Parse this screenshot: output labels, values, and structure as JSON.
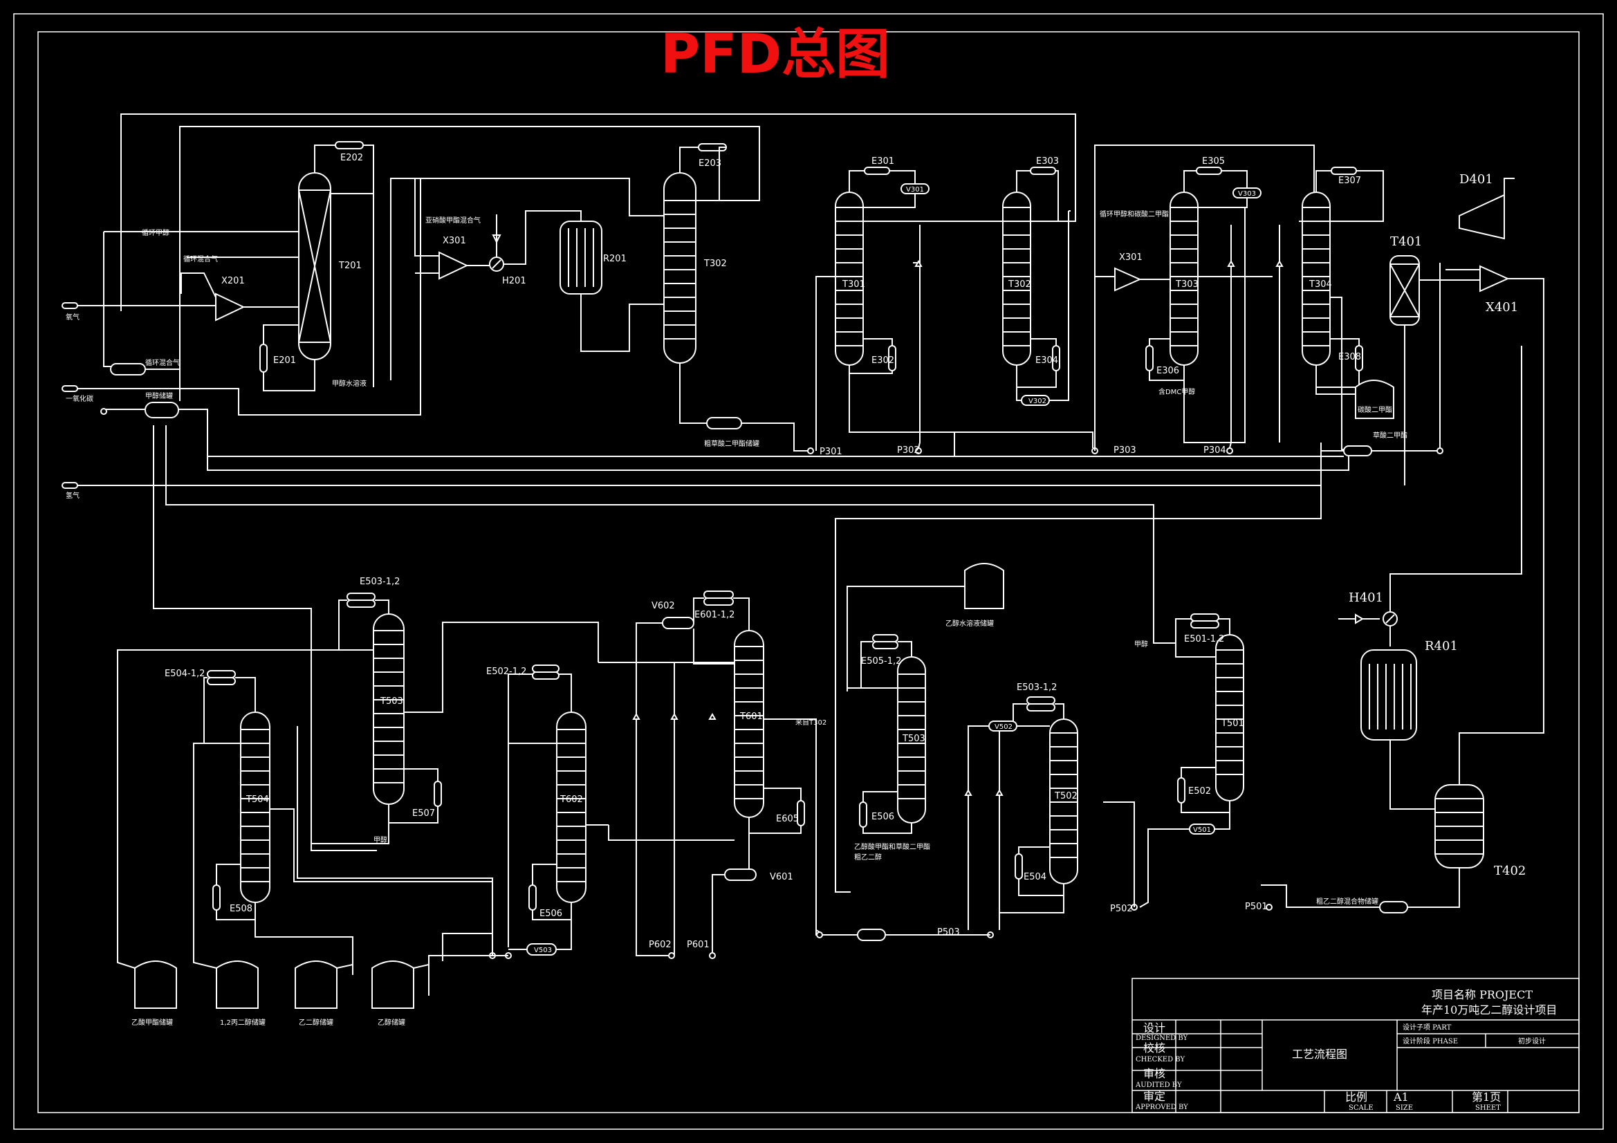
{
  "title": "PFD总图",
  "colors": {
    "background": "#000000",
    "lines": "#ffffff",
    "title": "#f01010"
  },
  "feeds": {
    "oxygen": "氧气",
    "co": "一氧化碳",
    "hydrogen": "氢气"
  },
  "streams": {
    "recycle_methanol": "循环甲醇",
    "recycle_mixgas1": "循环混合气",
    "recycle_mixgas2": "循环混合气",
    "methyl_nitrite_gas": "亚硝酸甲酯混合气",
    "methanol_water": "甲醇水溶液",
    "dmo_tank_a": "粗草酸二甲酯储罐",
    "recycle_methanol2": "循环甲醇和碳酸二甲酯",
    "methanol_dmc": "含DMC甲醇",
    "dmc": "碳酸二甲酯",
    "dmo": "草酸二甲酯",
    "methanol_tank": "甲醇储罐",
    "from_t302": "来自T302",
    "eg": "粗乙二醇",
    "mg_dmo": "乙醇酸甲酯和草酸二甲酯",
    "eg_water_tank": "乙醇水溶液储罐",
    "methanol": "甲醇",
    "crude_eg_tank": "粗乙二醇混合物储罐",
    "methanol2": "甲醇",
    "tank1": "乙酸甲酯储罐",
    "tank2": "1,2丙二醇储罐",
    "tank3": "乙二醇储罐",
    "tank4": "乙醇储罐"
  },
  "equipment": {
    "T201": "T201",
    "E202": "E202",
    "E201": "E201",
    "X201": "X201",
    "X301": "X301",
    "H201": "H201",
    "R201": "R201",
    "T302_top": "T302",
    "E203": "E203",
    "E301": "E301",
    "V301": "V301",
    "T301": "T301",
    "E302": "E302",
    "E303": "E303",
    "T302": "T302",
    "E304": "E304",
    "V302": "V302",
    "X301b": "X301",
    "E305": "E305",
    "V303": "V303",
    "T303": "T303",
    "E306": "E306",
    "E307": "E307",
    "T304": "T304",
    "E308": "E308",
    "P301": "P301",
    "P302": "P302",
    "P303": "P303",
    "P304": "P304",
    "D401": "D401",
    "T401": "T401",
    "X401": "X401",
    "H401": "H401",
    "R401": "R401",
    "T402": "T402",
    "E503": "E503-1,2",
    "T503": "T503",
    "E507": "E507",
    "E504": "E504-1,2",
    "T504": "T504",
    "E508": "E508",
    "E502": "E502-1,2",
    "T602": "T602",
    "E506b": "E506",
    "V503": "V503",
    "V602": "V602",
    "E601": "E601-1,2",
    "T601": "T601",
    "E605": "E605",
    "V601": "V601",
    "P602": "P602",
    "P601": "P601",
    "E505": "E505-1,2",
    "T503b": "T503",
    "E506": "E506",
    "E503b": "E503-1,2",
    "V502": "V502",
    "T502": "T502",
    "E504b": "E504",
    "E501": "E501-1,2",
    "T501": "T501",
    "E502b": "E502",
    "V501": "V501",
    "P502": "P502",
    "P503": "P503",
    "P501": "P501"
  },
  "title_block": {
    "project_label": "项目名称 PROJECT",
    "project_name": "年产10万吨乙二醇设计项目",
    "design": "设计",
    "design_en": "DESIGNED BY",
    "check": "校核",
    "check_en": "CHECKED BY",
    "audit": "审核",
    "audit_en": "AUDITED BY",
    "approve": "审定",
    "approve_en": "APPROVED BY",
    "drawing_name": "工艺流程图",
    "part_label": "设计子项 PART",
    "phase_label": "设计阶段 PHASE",
    "phase_value": "初步设计",
    "scale_label": "比例",
    "scale_en": "SCALE",
    "size_value": "A1",
    "size_en": "SIZE",
    "sheet_value": "第1页",
    "sheet_en": "SHEET"
  }
}
